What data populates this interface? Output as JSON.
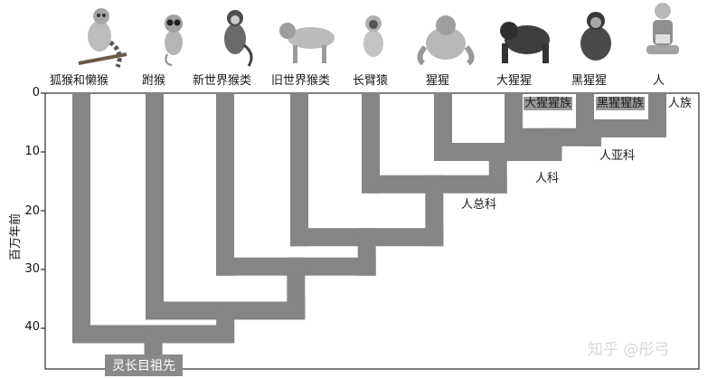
{
  "species_labels": [
    "狐猴和懒猴",
    "跗猴",
    "新世界猴类",
    "旧世界猴类",
    "长臂猿",
    "猩猩",
    "大猩猩",
    "黑猩猩",
    "人"
  ],
  "taxon_labels": {
    "hominina": "人族",
    "gorillini": "大猩猩族",
    "panini": "黑猩猩族",
    "homininae": "人亚科",
    "hominidae": "人科",
    "hominoidea": "人总科"
  },
  "ancestor_label": "灵长目祖先",
  "y_axis": {
    "label": "百万年前",
    "ticks": [
      "0",
      "10",
      "20",
      "30",
      "40"
    ],
    "range": [
      0,
      46
    ]
  },
  "divergence_mya": {
    "prosimians": 41,
    "tarsiers": 37,
    "new_world_monkeys": 29.5,
    "old_world_monkeys": 24.5,
    "gibbons": 15.5,
    "orangutans": 10,
    "gorillas": 7.5,
    "chimpanzees": 6
  },
  "watermark": "知乎 @彤弓",
  "colors": {
    "branch": "#858585",
    "frame": "#000000",
    "label_box": "#9a9a9a"
  }
}
